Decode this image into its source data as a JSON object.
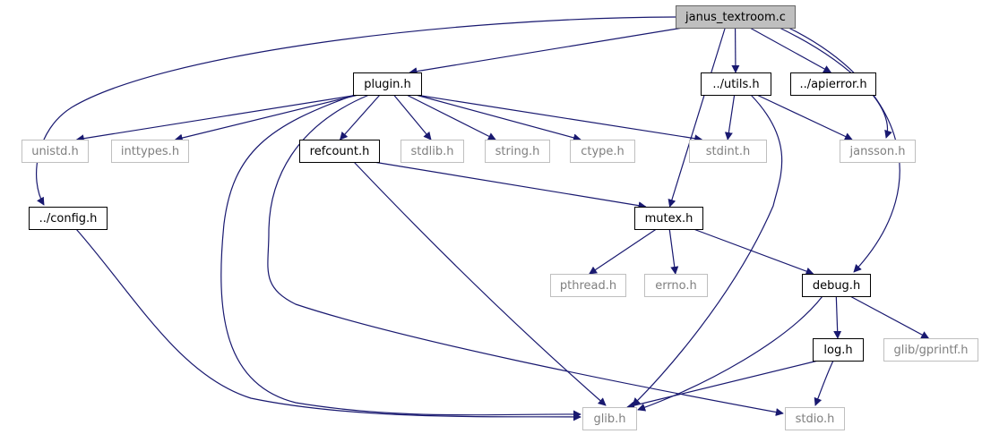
{
  "diagram": {
    "edge_color": "#191970",
    "nodes": [
      {
        "id": "janus_textroom",
        "label": "janus_textroom.c",
        "kind": "root"
      },
      {
        "id": "plugin",
        "label": "plugin.h",
        "kind": "doc"
      },
      {
        "id": "utils",
        "label": "../utils.h",
        "kind": "doc"
      },
      {
        "id": "apierror",
        "label": "../apierror.h",
        "kind": "doc"
      },
      {
        "id": "config",
        "label": "../config.h",
        "kind": "doc"
      },
      {
        "id": "refcount",
        "label": "refcount.h",
        "kind": "doc"
      },
      {
        "id": "mutex",
        "label": "mutex.h",
        "kind": "doc"
      },
      {
        "id": "debug",
        "label": "debug.h",
        "kind": "doc"
      },
      {
        "id": "log",
        "label": "log.h",
        "kind": "doc"
      },
      {
        "id": "unistd",
        "label": "unistd.h",
        "kind": "sys"
      },
      {
        "id": "inttypes",
        "label": "inttypes.h",
        "kind": "sys"
      },
      {
        "id": "stdlib",
        "label": "stdlib.h",
        "kind": "sys"
      },
      {
        "id": "string",
        "label": "string.h",
        "kind": "sys"
      },
      {
        "id": "ctype",
        "label": "ctype.h",
        "kind": "sys"
      },
      {
        "id": "stdint",
        "label": "stdint.h",
        "kind": "sys"
      },
      {
        "id": "jansson",
        "label": "jansson.h",
        "kind": "sys"
      },
      {
        "id": "pthread",
        "label": "pthread.h",
        "kind": "sys"
      },
      {
        "id": "errno",
        "label": "errno.h",
        "kind": "sys"
      },
      {
        "id": "gprintf",
        "label": "glib/gprintf.h",
        "kind": "sys"
      },
      {
        "id": "glib",
        "label": "glib.h",
        "kind": "sys"
      },
      {
        "id": "stdio",
        "label": "stdio.h",
        "kind": "sys"
      }
    ],
    "edges": [
      [
        "janus_textroom",
        "plugin"
      ],
      [
        "janus_textroom",
        "utils"
      ],
      [
        "janus_textroom",
        "apierror"
      ],
      [
        "janus_textroom",
        "config"
      ],
      [
        "janus_textroom",
        "mutex"
      ],
      [
        "janus_textroom",
        "debug"
      ],
      [
        "janus_textroom",
        "jansson"
      ],
      [
        "plugin",
        "unistd"
      ],
      [
        "plugin",
        "inttypes"
      ],
      [
        "plugin",
        "refcount"
      ],
      [
        "plugin",
        "stdlib"
      ],
      [
        "plugin",
        "string"
      ],
      [
        "plugin",
        "ctype"
      ],
      [
        "plugin",
        "stdint"
      ],
      [
        "plugin",
        "glib"
      ],
      [
        "plugin",
        "stdio"
      ],
      [
        "utils",
        "stdint"
      ],
      [
        "utils",
        "jansson"
      ],
      [
        "utils",
        "glib"
      ],
      [
        "config",
        "glib"
      ],
      [
        "refcount",
        "mutex"
      ],
      [
        "refcount",
        "glib"
      ],
      [
        "mutex",
        "pthread"
      ],
      [
        "mutex",
        "errno"
      ],
      [
        "mutex",
        "debug"
      ],
      [
        "debug",
        "log"
      ],
      [
        "debug",
        "gprintf"
      ],
      [
        "debug",
        "glib"
      ],
      [
        "log",
        "glib"
      ],
      [
        "log",
        "stdio"
      ]
    ]
  }
}
